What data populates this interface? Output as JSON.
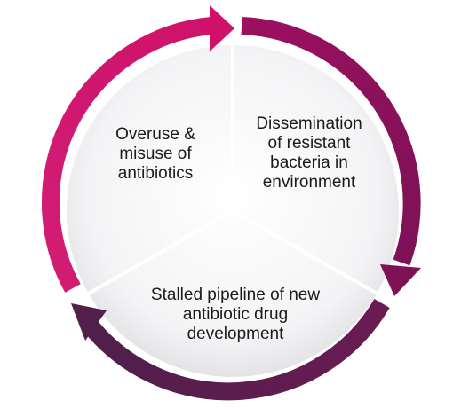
{
  "cycle": {
    "segments": [
      {
        "label": "Overuse &\nmisuse of\nantibiotics"
      },
      {
        "label": "Dissemination\nof resistant\nbacteria in\nenvironment"
      },
      {
        "label": "Stalled pipeline of new\nantibiotic drug\ndevelopment"
      }
    ],
    "colors": {
      "magenta": "#d0136d",
      "plum": "#8f1159",
      "dark_purple": "#5b1e4e",
      "disc_light": "#f7f7f8",
      "disc_shadow": "#dcdcdf"
    }
  }
}
